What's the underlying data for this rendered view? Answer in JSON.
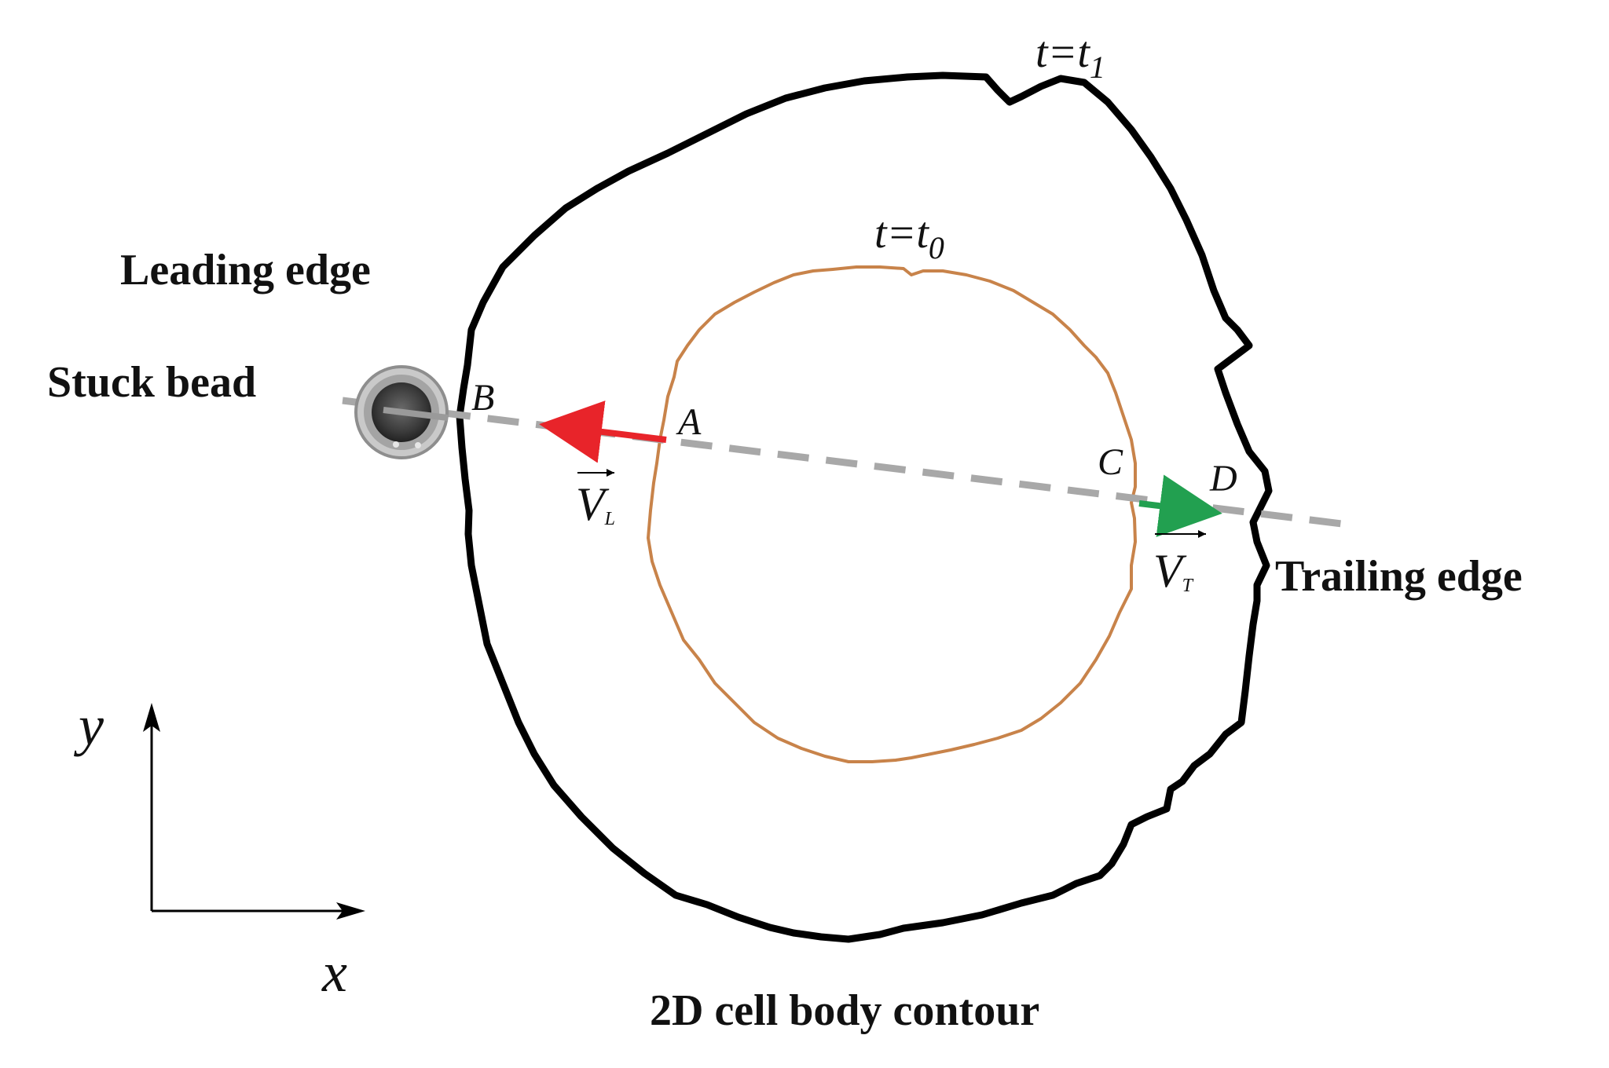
{
  "labels": {
    "leading_edge": "Leading edge",
    "stuck_bead": "Stuck bead",
    "trailing_edge": "Trailing edge",
    "contour_caption": "2D cell body contour",
    "outer_time": "t=t",
    "outer_time_sub": "1",
    "inner_time": "t=t",
    "inner_time_sub": "0",
    "point_a": "A",
    "point_b": "B",
    "point_c": "C",
    "point_d": "D",
    "vector_leading": "V",
    "vector_leading_sub": "L",
    "vector_trailing": "V",
    "vector_trailing_sub": "T",
    "axis_x": "x",
    "axis_y": "y"
  },
  "colors": {
    "outer_contour": "#000000",
    "inner_contour": "#c8834a",
    "leading_vector": "#e8242a",
    "trailing_vector": "#22a050",
    "dashed_axis": "#a8a8a8"
  }
}
